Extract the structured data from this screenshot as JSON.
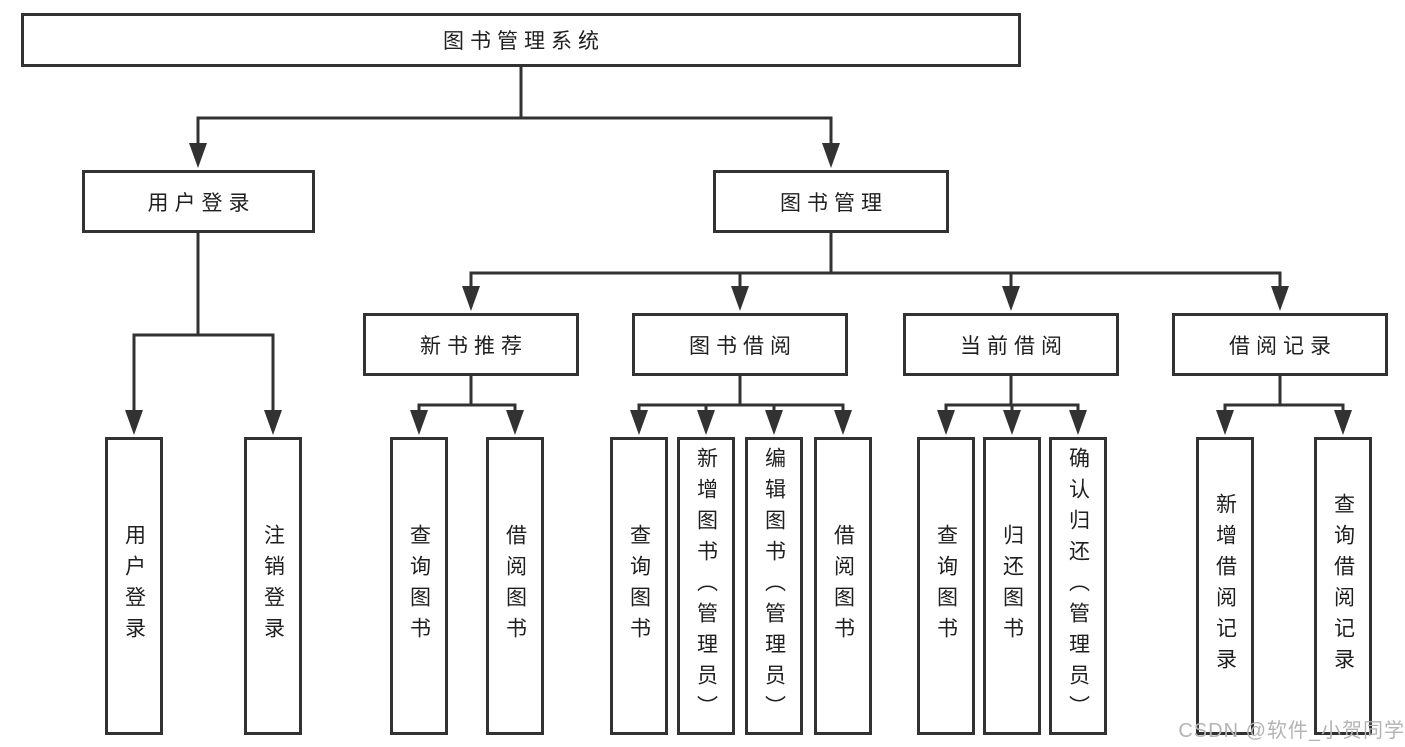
{
  "tree": {
    "title": "图书管理系统",
    "user": {
      "label": "用户登录",
      "children": [
        "用户登录",
        "注销登录"
      ]
    },
    "mgmt": {
      "label": "图书管理",
      "sections": [
        {
          "label": "新书推荐",
          "children": [
            "查询图书",
            "借阅图书"
          ]
        },
        {
          "label": "图书借阅",
          "children": [
            "查询图书",
            "新增图书（管理员）",
            "编辑图书（管理员）",
            "借阅图书"
          ]
        },
        {
          "label": "当前借阅",
          "children": [
            "查询图书",
            "归还图书",
            "确认归还（管理员）"
          ]
        },
        {
          "label": "借阅记录",
          "children": [
            "新增借阅记录",
            "查询借阅记录"
          ]
        }
      ]
    }
  },
  "watermark": {
    "text": "CSDN @软件_小贺同学"
  },
  "colors": {
    "line": "#323232",
    "text": "#1f1f1f",
    "watermark": "#b4b4b4",
    "background": "#ffffff"
  }
}
